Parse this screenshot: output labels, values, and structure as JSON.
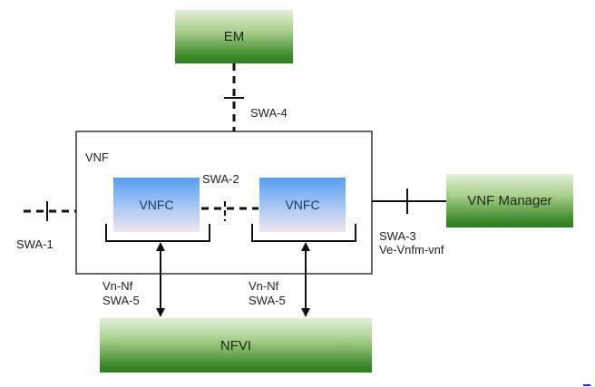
{
  "diagram": {
    "nodes": {
      "em": "EM",
      "vnf": "VNF",
      "vnfc_left": "VNFC",
      "vnfc_right": "VNFC",
      "vnf_manager": "VNF Manager",
      "nfvi": "NFVI"
    },
    "interfaces": {
      "swa1": "SWA-1",
      "swa2": "SWA-2",
      "swa3": "SWA-3",
      "swa3_ref": "Ve-Vnfm-vnf",
      "swa4": "SWA-4",
      "swa5_left_ref": "Vn-Nf",
      "swa5_left": "SWA-5",
      "swa5_right_ref": "Vn-Nf",
      "swa5_right": "SWA-5"
    },
    "colors": {
      "green_box": "#3f8c2e",
      "blue_box": "#5a9cf0",
      "line": "#111111"
    }
  }
}
